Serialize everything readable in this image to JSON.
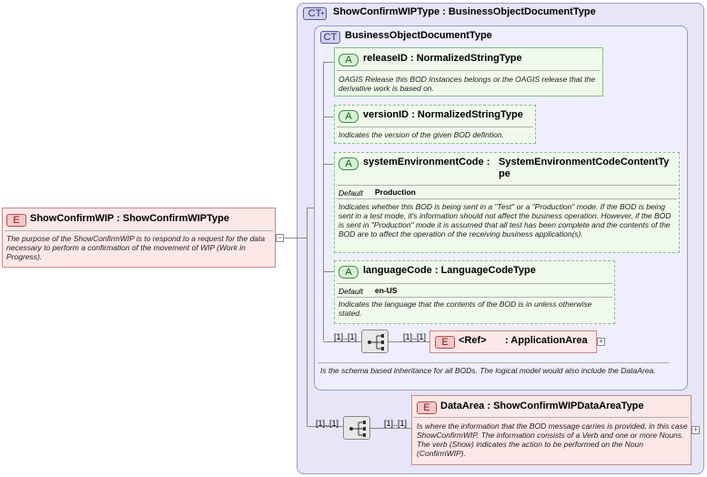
{
  "root": {
    "badge": "E",
    "name": "ShowConfirmWIP",
    "type": "ShowConfirmWIPType",
    "doc": "The purpose of the ShowConfirmWIP is to respond to a request for the data necessary to perform a confirmation of the movement of WIP (Work in Progress)."
  },
  "outer_type": {
    "badge": "CT",
    "name": "ShowConfirmWIPType",
    "base": "BusinessObjectDocumentType"
  },
  "inner_type": {
    "badge": "CT",
    "name": "BusinessObjectDocumentType",
    "doc": "Is the schema based inheritance for all BODs. The logical model would also include the DataArea."
  },
  "attributes": [
    {
      "badge": "A",
      "name": "releaseID",
      "type": "NormalizedStringType",
      "doc": "OAGIS Release this BOD Instances belongs or the OAGIS release that the derivative work is based on."
    },
    {
      "badge": "A",
      "name": "versionID",
      "type": "NormalizedStringType",
      "doc": "Indicates the version of the given BOD defintion."
    },
    {
      "badge": "A",
      "name": "systemEnvironmentCode",
      "type_line1": "SystemEnvironmentCodeContentTy",
      "type_line2": "pe",
      "default_label": "Default",
      "default_value": "Production",
      "doc": "Indicates whether this BOD is being sent in a \"Test\" or a \"Production\" mode. If the BOD is being sent in a test mode, it's information should not affect the business operation. However, if the BOD is sent in \"Production\" mode it is assumed that all test has been complete and the contents of the BOD are to affect the operation of the receiving business application(s)."
    },
    {
      "badge": "A",
      "name": "languageCode",
      "type": "LanguageCodeType",
      "default_label": "Default",
      "default_value": "en-US",
      "doc": "Indicates the language that the contents of the BOD is in unless otherwise stated."
    }
  ],
  "sequence1": {
    "mult_left": "[1]..[1]",
    "mult_right": "[1]..[1]"
  },
  "app_area": {
    "badge": "E",
    "name": "<Ref>",
    "type": ": ApplicationArea"
  },
  "sequence2": {
    "mult_left": "[1]..[1]",
    "mult_right": "[1]..[1]"
  },
  "data_area": {
    "badge": "E",
    "name": "DataArea",
    "type": "ShowConfirmWIPDataAreaType",
    "doc": "Is where the information that the BOD message carries is provided, in this case ShowConfirmWIP. The information consists of a Verb and one or more Nouns. The verb (Show) indicates the action to be performed on the Noun (ConfirmWIP)."
  },
  "colors": {
    "element": "#fde8e8",
    "attribute": "#eef9ea",
    "complex_type": "#e8e8fb"
  }
}
